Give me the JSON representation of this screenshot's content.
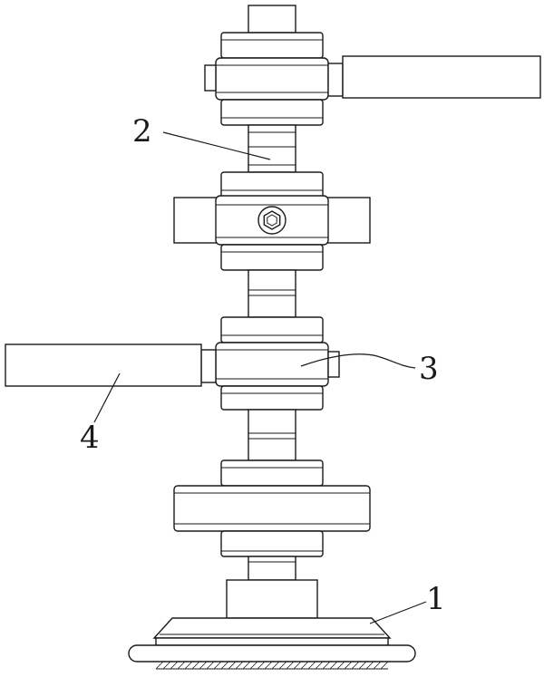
{
  "labels": {
    "base_number": "1",
    "shaft_number": "2",
    "clamp_number": "3",
    "arm_number": "4"
  }
}
